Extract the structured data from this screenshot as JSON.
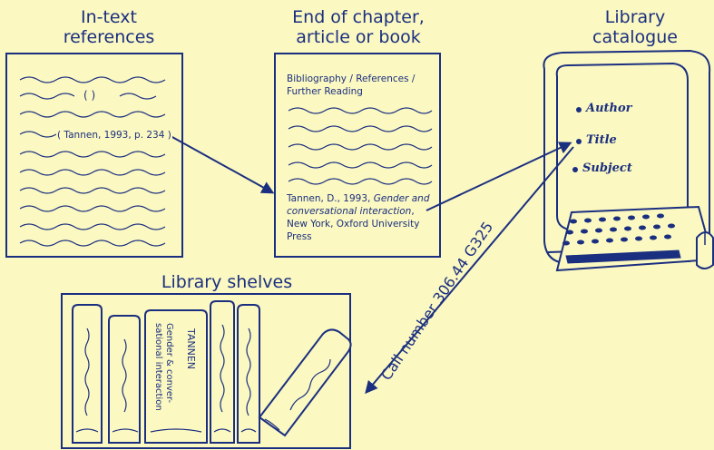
{
  "headings": {
    "in_text": "In-text\nreferences",
    "end_of_chapter": "End of chapter,\narticle or book",
    "library_catalogue": "Library\ncatalogue",
    "library_shelves": "Library shelves"
  },
  "in_text_doc": {
    "parens": "(        )",
    "citation": "( Tannen, 1993, p. 234 )"
  },
  "reference_doc": {
    "header": "Bibliography / References / Further Reading",
    "entry_plain_1": "Tannen, D., 1993, ",
    "entry_italic": "Gender and conversational interaction",
    "entry_plain_2": ", New York, Oxford University Press"
  },
  "catalogue_menu": [
    "Author",
    "Title",
    "Subject"
  ],
  "book_spine": {
    "author": "TANNEN",
    "title": "Gender & conver-\nsational interaction"
  },
  "call_number": "Call number 306.44 G325",
  "colors": {
    "background": "#fbf8c1",
    "ink": "#1b2f80"
  }
}
